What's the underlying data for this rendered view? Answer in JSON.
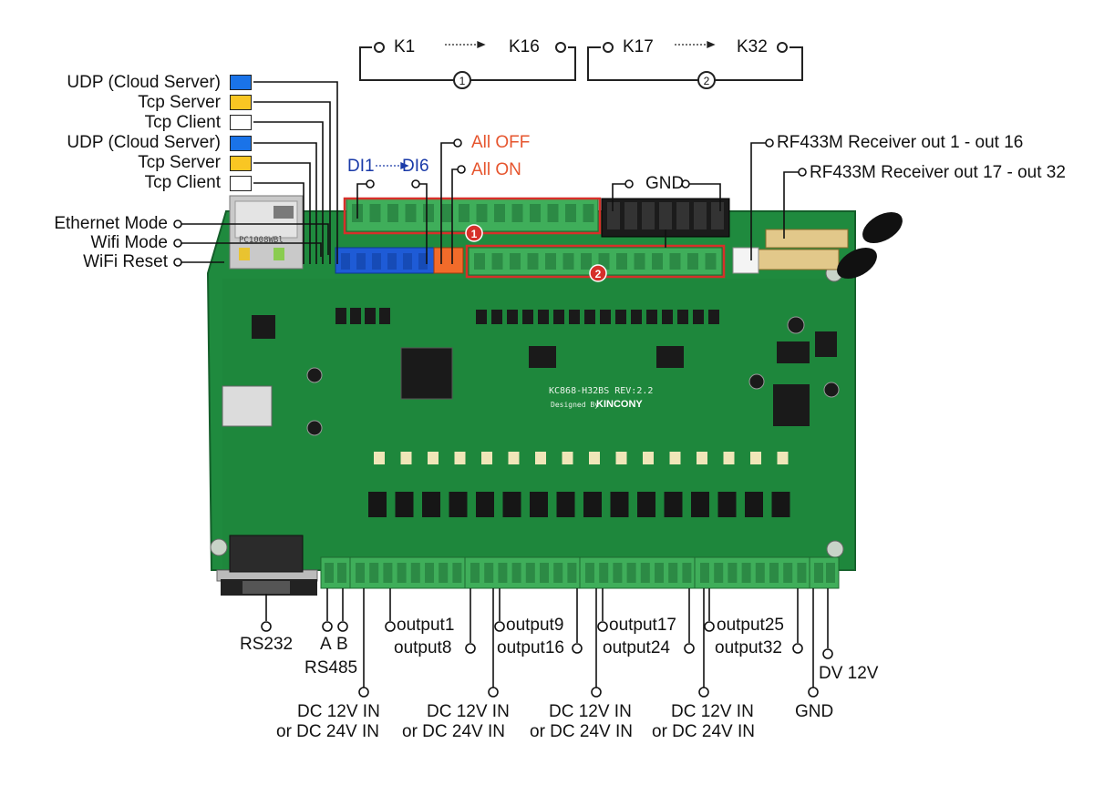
{
  "relays": {
    "group1": {
      "start": "K1",
      "end": "K16",
      "marker": "1"
    },
    "group2": {
      "start": "K17",
      "end": "K32",
      "marker": "2"
    }
  },
  "left_labels": [
    {
      "text": "UDP (Cloud Server)",
      "color": "#1a73e8"
    },
    {
      "text": "Tcp Server",
      "color": "#f9c623"
    },
    {
      "text": "Tcp Client",
      "color": "#ffffff"
    },
    {
      "text": "UDP (Cloud Server)",
      "color": "#1a73e8"
    },
    {
      "text": "Tcp Server",
      "color": "#f9c623"
    },
    {
      "text": "Tcp Client",
      "color": "#ffffff"
    }
  ],
  "mode_labels": [
    "Ethernet Mode",
    "Wifi Mode",
    "WiFi Reset"
  ],
  "top_labels": {
    "di": "DI1",
    "di_end": "DI6",
    "all_off": "All OFF",
    "all_on": "All ON",
    "gnd": "GND",
    "rf1": "RF433M Receiver out 1 - out 16",
    "rf2": "RF433M Receiver out 17 - out 32"
  },
  "board": {
    "model": "KC868-H32BS  REV:2.2",
    "designer": "Designed By",
    "brand": "KINCONY",
    "marker1": "1",
    "marker2": "2"
  },
  "bottom_labels": {
    "rs232": "RS232",
    "a": "A",
    "b": "B",
    "rs485": "RS485",
    "output1": "output1",
    "output8": "output8",
    "output9": "output9",
    "output16": "output16",
    "output17": "output17",
    "output24": "output24",
    "output25": "output25",
    "output32": "output32",
    "dv12": "DV 12V",
    "gnd": "GND",
    "dc_line1": "DC 12V IN",
    "dc_line2": "or DC 24V IN"
  },
  "colors": {
    "pcb": "#1f8a3e",
    "terminal_green": "#3fae5a",
    "terminal_blue": "#1e5bd6",
    "terminal_orange": "#f26b2a",
    "highlight": "#d6302a"
  }
}
